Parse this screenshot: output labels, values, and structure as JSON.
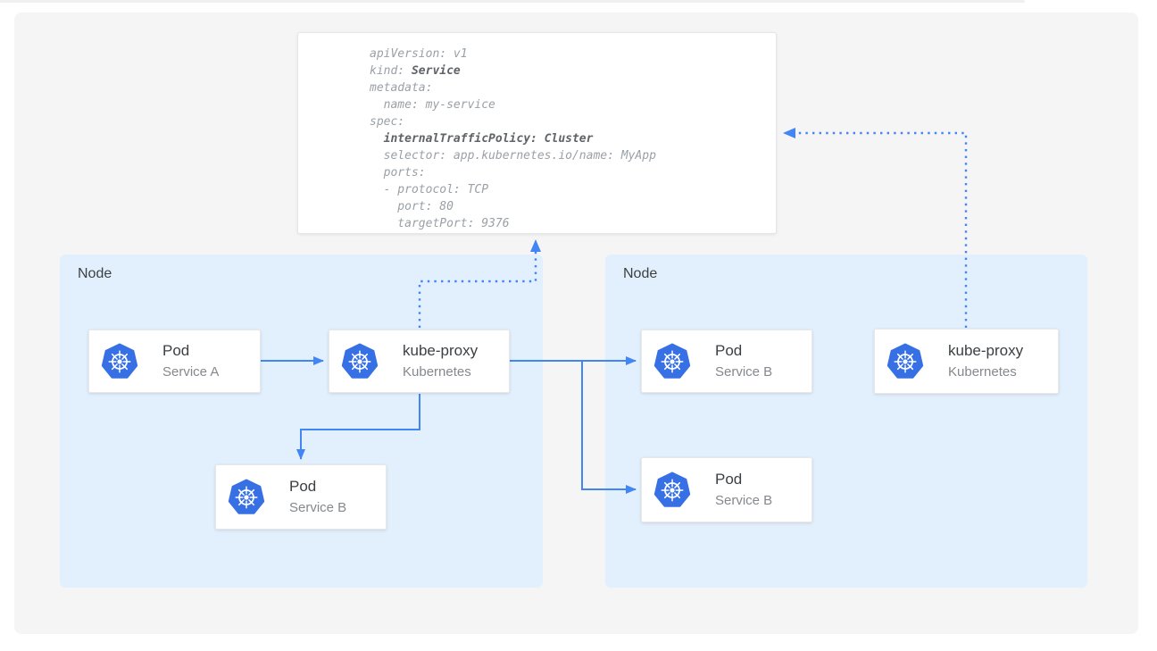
{
  "colors": {
    "arrow-blue": "#4285f4",
    "kubernetes-blue": "#3770e5",
    "node-fill": "#e2f0fd",
    "panel-gray": "#f5f5f5",
    "top-line": "#f0f0f0",
    "text-dark": "#3c4043",
    "text-gray": "#85898d",
    "code-gray": "#9aa0a6",
    "code-dark": "#5f6368"
  },
  "yaml_panel": {
    "lines": [
      [
        {
          "t": "apiVersion: v1"
        }
      ],
      [
        {
          "t": "kind: "
        },
        {
          "t": "Service",
          "bold": true
        }
      ],
      [
        {
          "t": "metadata:"
        }
      ],
      [
        {
          "t": "  name: my-service"
        }
      ],
      [
        {
          "t": "spec:"
        }
      ],
      [
        {
          "t": "  "
        },
        {
          "t": "internalTrafficPolicy: Cluster",
          "bold": true
        }
      ],
      [
        {
          "t": "  selector: app.kubernetes.io/name: MyApp"
        }
      ],
      [
        {
          "t": "  ports:"
        }
      ],
      [
        {
          "t": "  - protocol: TCP"
        }
      ],
      [
        {
          "t": "    port: 80"
        }
      ],
      [
        {
          "t": "    targetPort: 9376"
        }
      ]
    ]
  },
  "nodes": [
    {
      "label": "Node"
    },
    {
      "label": "Node"
    }
  ],
  "cards": [
    {
      "title": "Pod",
      "subtitle": "Service A",
      "icon": "kubernetes-helm-icon"
    },
    {
      "title": "kube-proxy",
      "subtitle": "Kubernetes",
      "icon": "kubernetes-helm-icon"
    },
    {
      "title": "Pod",
      "subtitle": "Service B",
      "icon": "kubernetes-helm-icon"
    },
    {
      "title": "Pod",
      "subtitle": "Service B",
      "icon": "kubernetes-helm-icon"
    },
    {
      "title": "Pod",
      "subtitle": "Service B",
      "icon": "kubernetes-helm-icon"
    },
    {
      "title": "kube-proxy",
      "subtitle": "Kubernetes",
      "icon": "kubernetes-helm-icon"
    }
  ]
}
